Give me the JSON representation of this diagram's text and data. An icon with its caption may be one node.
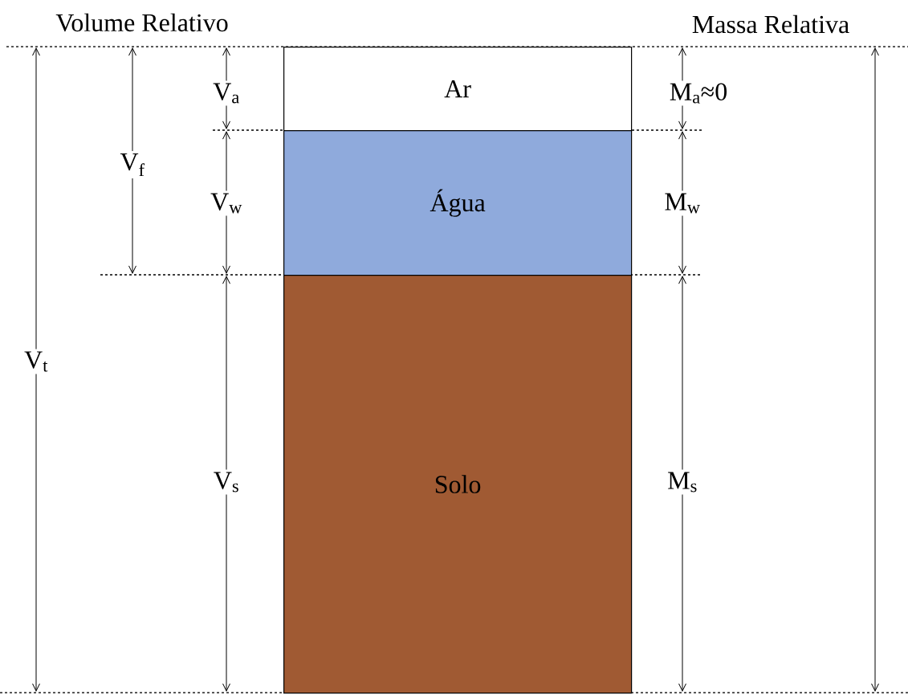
{
  "diagram": {
    "nodes": [
      {
        "text": [
          "Ar"
        ]
      },
      {
        "text": [
          "Água"
        ]
      },
      {
        "text": [
          "Solo"
        ]
      }
    ],
    "labels": [
      "Volume Relativo",
      "Massa Relativa",
      "V$_{a}$",
      "M$_{a}$≈0",
      "V$_{f}$",
      "V$_{w}$",
      "M$_{w}$",
      "V$_{t}$",
      "V$_{s}$",
      "M$_{s}$"
    ]
  }
}
